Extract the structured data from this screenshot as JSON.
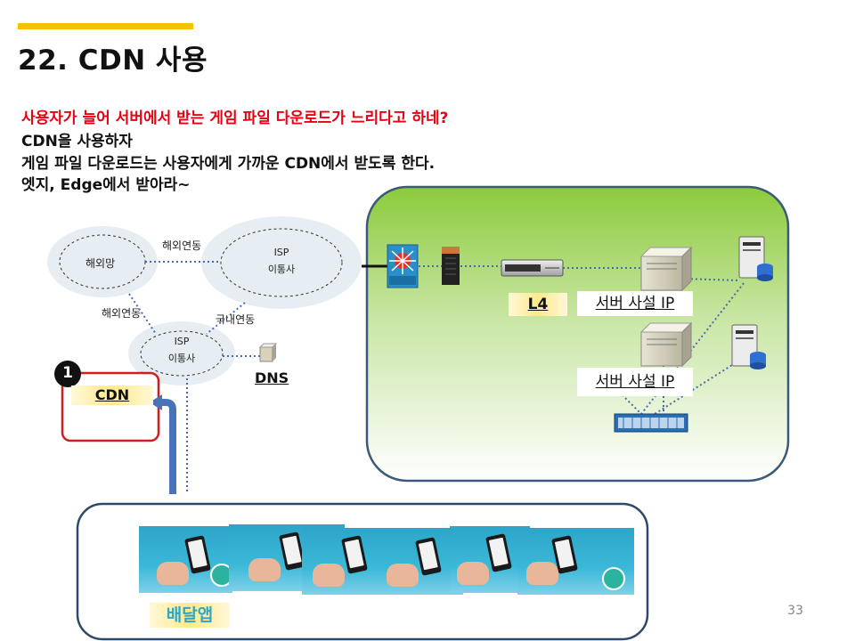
{
  "slide": {
    "title": "22. CDN 사용",
    "page_number": "33"
  },
  "text_lines": [
    "사용자가 늘어 서버에서 받는 게임 파일 다운로드가 느리다고 하네?",
    "CDN을 사용하자",
    "게임 파일 다운로드는 사용자에게 가까운 CDN에서 받도록 한다.",
    "엣지, Edge에서 받아라~"
  ],
  "network": {
    "overseas_net": "해외망",
    "overseas_link_top": "해외연동",
    "overseas_link_left": "해외연동",
    "domestic_link": "국내연동",
    "isp_top": [
      "ISP",
      "이통사"
    ],
    "isp_bottom": [
      "ISP",
      "이통사"
    ],
    "dns": "DNS",
    "cdn": "CDN",
    "badge": "1"
  },
  "datacenter": {
    "l4": "L4",
    "server_ip_1": "서버 사설 IP",
    "server_ip_2": "서버 사설 IP"
  },
  "app": {
    "label": "배달앱"
  },
  "colors": {
    "title_accent": "#F7C000",
    "red_text": "#E60012",
    "green_panel": "#8CCB3C",
    "panel_border": "#3A5A7A",
    "cdn_box_border": "#D01E1E",
    "arrow_blue": "#4A72B8"
  }
}
